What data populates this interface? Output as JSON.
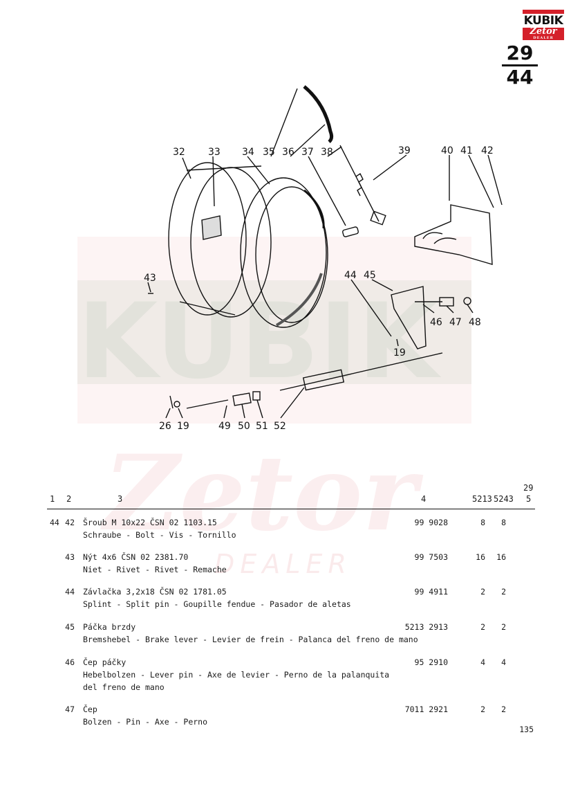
{
  "brand": {
    "name": "KUBIK",
    "sub": "Zetor",
    "sub_small": "DEALER"
  },
  "page_ref": {
    "top": "29",
    "bottom": "44"
  },
  "watermark": {
    "word": "KUBIK",
    "brand": "Zetor",
    "dealer": "DEALER",
    "color_red": "#d4202a",
    "color_green": "#1a5e2a"
  },
  "diagram": {
    "callouts": [
      "32",
      "33",
      "34",
      "35",
      "36",
      "37",
      "38",
      "39",
      "40",
      "41",
      "42",
      "43",
      "44",
      "45",
      "46",
      "47",
      "48",
      "19",
      "26",
      "19",
      "49",
      "50",
      "51",
      "52"
    ]
  },
  "table": {
    "top_right_label": "29",
    "headers": [
      "1",
      "2",
      "3",
      "4",
      "5213",
      "5243",
      "5"
    ],
    "group": "44",
    "rows": [
      {
        "pos": "42",
        "lines": [
          "Šroub M 10x22 ČSN 02 1103.15",
          "Schraube - Bolt - Vis - Tornillo"
        ],
        "part": "99 9028",
        "q1": "8",
        "q2": "8"
      },
      {
        "pos": "43",
        "lines": [
          "Nýt 4x6 ČSN 02 2381.70",
          "Niet - Rivet - Rivet - Remache"
        ],
        "part": "99 7503",
        "q1": "16",
        "q2": "16"
      },
      {
        "pos": "44",
        "lines": [
          "Závlačka 3,2x18 ČSN 02 1781.05",
          "Splint - Split pin - Goupille fendue - Pasador de aletas"
        ],
        "part": "99 4911",
        "q1": "2",
        "q2": "2"
      },
      {
        "pos": "45",
        "lines": [
          "Páčka brzdy",
          "Bremshebel - Brake lever - Levier de frein - Palanca del freno de mano"
        ],
        "part": "5213 2913",
        "q1": "2",
        "q2": "2"
      },
      {
        "pos": "46",
        "lines": [
          "Čep páčky",
          "Hebelbolzen - Lever pin - Axe de levier - Perno de la palanquita",
          "del freno de mano"
        ],
        "part": "95 2910",
        "q1": "4",
        "q2": "4"
      },
      {
        "pos": "47",
        "lines": [
          "Čep",
          "Bolzen - Pin - Axe - Perno"
        ],
        "part": "7011 2921",
        "q1": "2",
        "q2": "2"
      }
    ]
  },
  "page_number": "135"
}
